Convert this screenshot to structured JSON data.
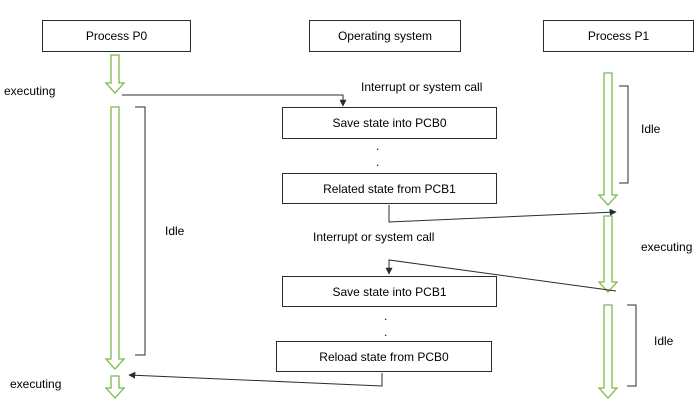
{
  "headers": {
    "p0": "Process P0",
    "os": "Operating system",
    "p1": "Process P1"
  },
  "os_steps": {
    "save_pcb0": "Save state into PCB0",
    "related_pcb1": "Related state from PCB1",
    "save_pcb1": "Save state into PCB1",
    "reload_pcb0": "Reload state from PCB0"
  },
  "labels": {
    "interrupt_1": "Interrupt or system call",
    "interrupt_2": "Interrupt or system call",
    "p0_executing_top": "executing",
    "p0_idle": "Idle",
    "p0_executing_bottom": "executing",
    "p1_idle_top": "Idle",
    "p1_executing": "executing",
    "p1_idle_bottom": "Idle"
  },
  "ellipsis_dot": ".",
  "colors": {
    "arrow_green": "#7cbb4a",
    "line": "#2b2b2b"
  }
}
